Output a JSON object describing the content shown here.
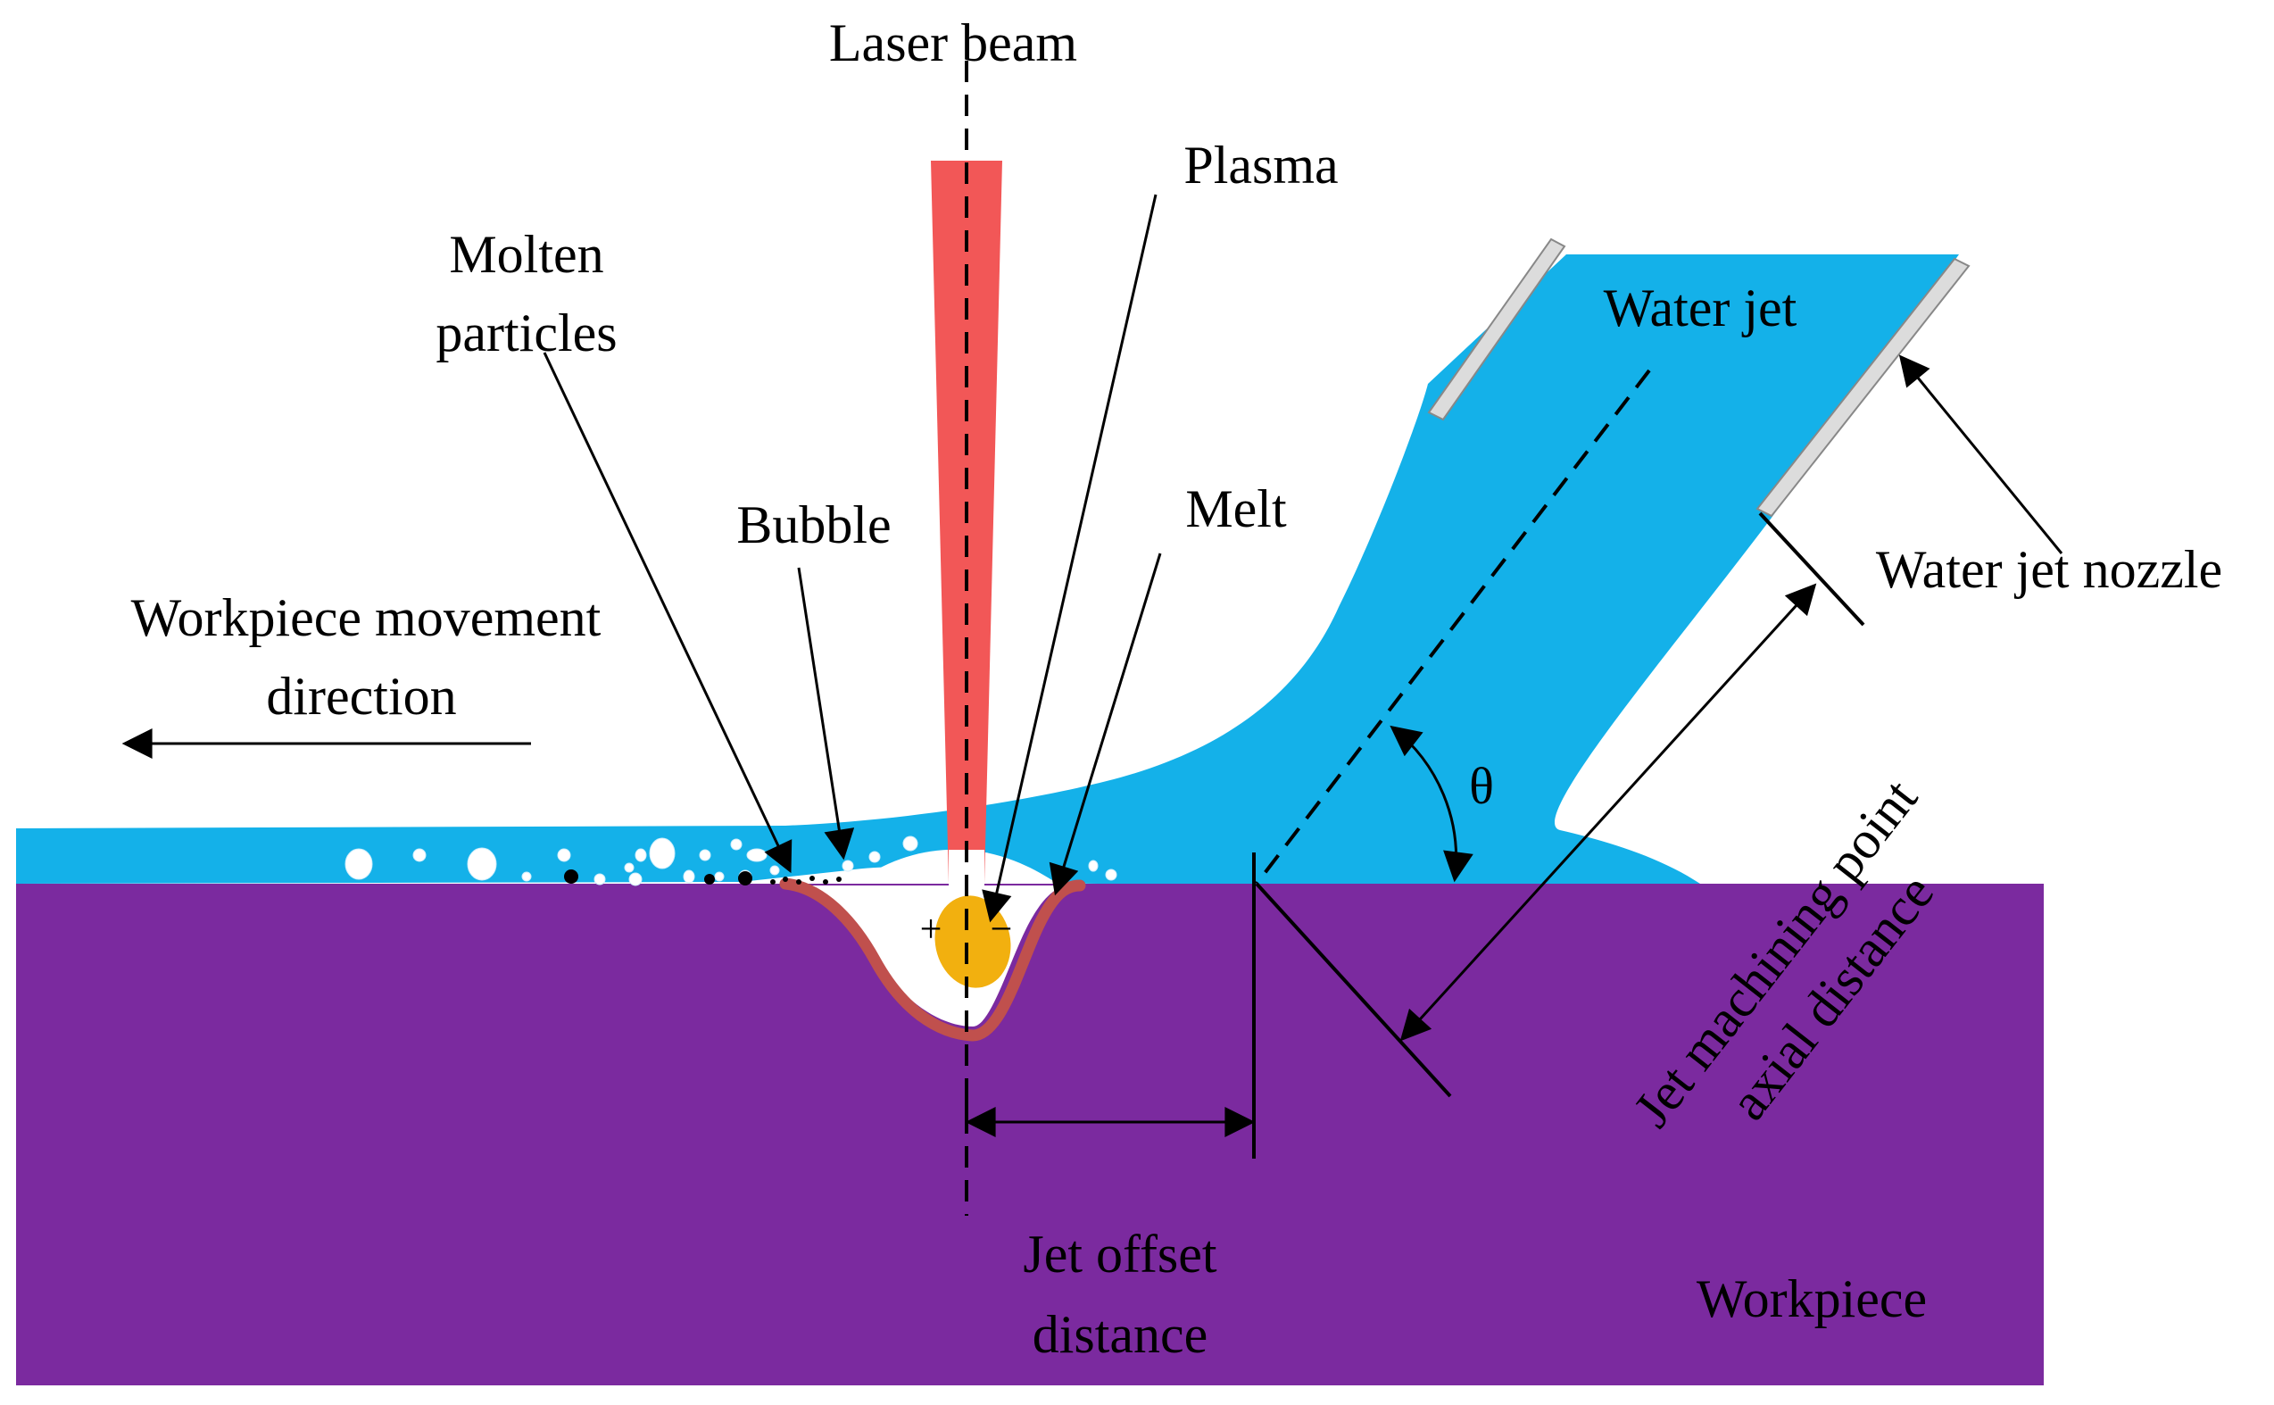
{
  "labels": {
    "laser_beam": "Laser beam",
    "plasma": "Plasma",
    "water_jet": "Water jet",
    "molten_particles_line1": "Molten",
    "molten_particles_line2": "particles",
    "bubble": "Bubble",
    "melt": "Melt",
    "workpiece_movement_line1": "Workpiece movement",
    "workpiece_movement_line2": "direction",
    "water_jet_nozzle": "Water jet nozzle",
    "theta": "θ",
    "axial_line1": "Jet machining point",
    "axial_line2": "axial distance",
    "offset_line1": "Jet offset",
    "offset_line2": "distance",
    "workpiece": "Workpiece",
    "plus": "+",
    "minus": "−"
  },
  "colors": {
    "workpiece": "#7b2a9f",
    "water": "#14b1e9",
    "laser": "#f25757",
    "melt": "#c0504d",
    "plasma": "#f2b00f",
    "nozzle": "#dcdcdc",
    "line": "#000000"
  }
}
